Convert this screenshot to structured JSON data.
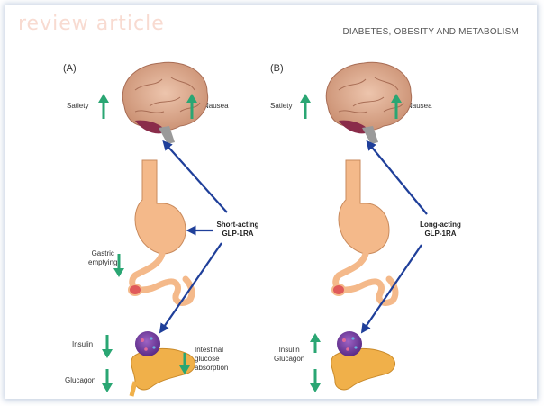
{
  "header": {
    "watermark": "review article",
    "journal": "DIABETES, OBESITY AND METABOLISM"
  },
  "panel_a": {
    "label": "(A)",
    "satiety": "Satiety",
    "nausea": "Nausea",
    "drug_line1": "Short-acting",
    "drug_line2": "GLP-1RA",
    "gastric_line1": "Gastric",
    "gastric_line2": "emptying",
    "insulin": "Insulin",
    "glucagon": "Glucagon",
    "intestinal_line1": "Intestinal",
    "intestinal_line2": "glucose",
    "intestinal_line3": "absorption"
  },
  "panel_b": {
    "label": "(B)",
    "satiety": "Satiety",
    "nausea": "Nausea",
    "drug_line1": "Long-acting",
    "drug_line2": "GLP-1RA",
    "insulin": "Insulin",
    "glucagon": "Glucagon"
  },
  "colors": {
    "up_arrow": "#2aa673",
    "down_arrow": "#2aa673",
    "drug_arrow": "#1f3f9a",
    "brain": "#d9a78a",
    "stomach": "#f4b98a",
    "pancreas": "#f0b04a",
    "islet": "#7a3fa0"
  }
}
